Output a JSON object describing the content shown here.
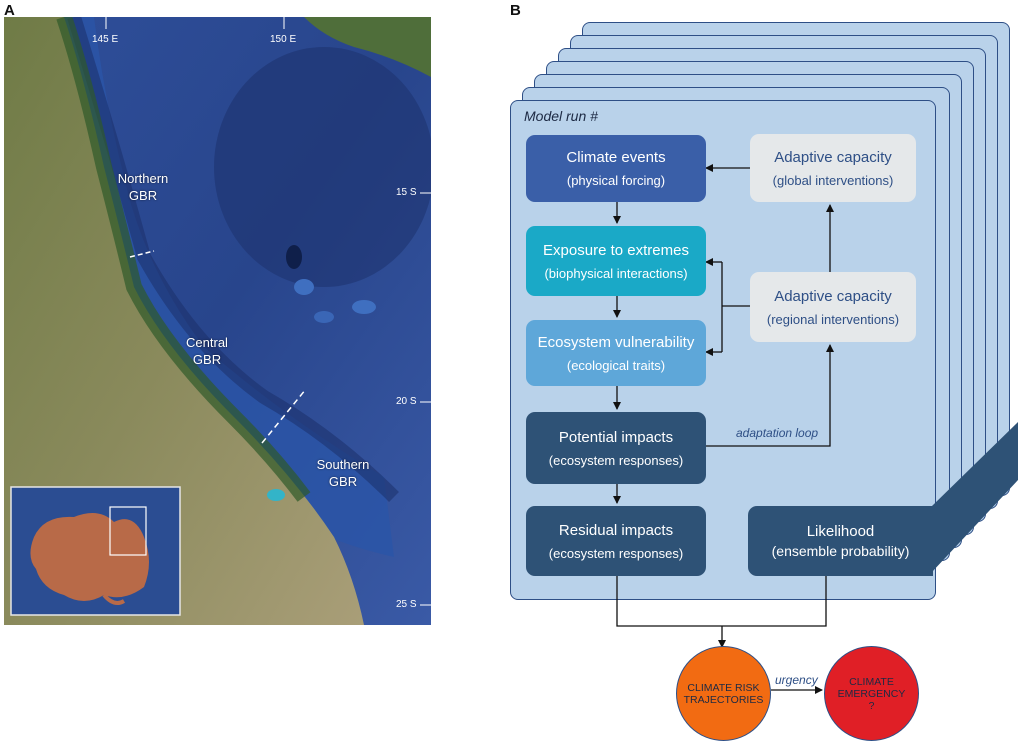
{
  "panel_a": {
    "letter": "A",
    "longitudes": [
      "145 E",
      "150 E"
    ],
    "latitudes": [
      "15 S",
      "20 S",
      "25 S"
    ],
    "regions": [
      {
        "line1": "Northern",
        "line2": "GBR"
      },
      {
        "line1": "Central",
        "line2": "GBR"
      },
      {
        "line1": "Southern",
        "line2": "GBR"
      }
    ]
  },
  "panel_b": {
    "letter": "B",
    "model_run_label": "Model run #",
    "boxes": {
      "climate_events": {
        "title": "Climate events",
        "subtitle": "(physical forcing)"
      },
      "exposure": {
        "title": "Exposure to extremes",
        "subtitle": "(biophysical interactions)"
      },
      "vulnerability": {
        "title": "Ecosystem vulnerability",
        "subtitle": "(ecological traits)"
      },
      "potential_impacts": {
        "title": "Potential impacts",
        "subtitle": "(ecosystem responses)"
      },
      "residual_impacts": {
        "title": "Residual impacts",
        "subtitle": "(ecosystem responses)"
      },
      "adaptive_global": {
        "title": "Adaptive capacity",
        "subtitle": "(global interventions)"
      },
      "adaptive_regional": {
        "title": "Adaptive capacity",
        "subtitle": "(regional interventions)"
      },
      "likelihood": {
        "title": "Likelihood",
        "subtitle": "(ensemble probability)"
      }
    },
    "adaptation_loop_label": "adaptation loop",
    "urgency_label": "urgency",
    "trajectories": {
      "line1": "CLIMATE RISK",
      "line2": "TRAJECTORIES"
    },
    "emergency": {
      "line1": "CLIMATE",
      "line2": "EMERGENCY",
      "line3": "?"
    }
  },
  "colors": {
    "panel_fill": "#b9d2ea",
    "panel_border": "#2e4f86",
    "dark_box": "#2e5276",
    "events_box": "#3a5fa8",
    "exposure_box": "#1aa9c7",
    "vulnerability_box": "#5ea7d9",
    "light_box": "#e5e8ea",
    "trajectories_circle": "#f26b12",
    "emergency_circle": "#e01f26"
  }
}
